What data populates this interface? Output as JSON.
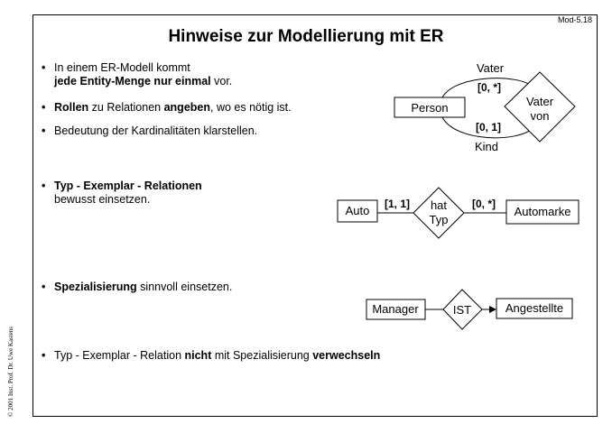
{
  "header": {
    "slide_id": "Mod-5.18"
  },
  "title": "Hinweise zur Modellierung mit ER",
  "bullets": [
    {
      "line1": "In einem ER-Modell kommt",
      "bold": "jede Entity-Menge nur einmal",
      "after": " vor."
    },
    {
      "bold1": "Rollen",
      "mid": " zu Relationen ",
      "bold2": "angeben",
      "after": ", wo es nötig ist."
    },
    {
      "text": "Bedeutung der Kardinalitäten klarstellen."
    },
    {
      "bold": "Typ - Exemplar - Relationen",
      "line2": "bewusst einsetzen."
    },
    {
      "bold": "Spezialisierung",
      "after": " sinnvoll einsetzen."
    },
    {
      "before": "Typ - Exemplar - Relation ",
      "bold1": "nicht",
      "mid": " mit Spezialisierung ",
      "bold2": "verwechseln"
    }
  ],
  "diagram1": {
    "entity": "Person",
    "relation_line1": "Vater",
    "relation_line2": "von",
    "role_top": "Vater",
    "role_bottom": "Kind",
    "card_top": "[0, *]",
    "card_bottom": "[0, 1]"
  },
  "diagram2": {
    "left_entity": "Auto",
    "relation_line1": "hat",
    "relation_line2": "Typ",
    "right_entity": "Automarke",
    "card_left": "[1, 1]",
    "card_right": "[0, *]"
  },
  "diagram3": {
    "left_entity": "Manager",
    "relation": "IST",
    "right_entity": "Angestellte"
  },
  "sidebar": {
    "copyright": "© 2001 Inst. Prof. Dr. Uwe Kastens"
  }
}
